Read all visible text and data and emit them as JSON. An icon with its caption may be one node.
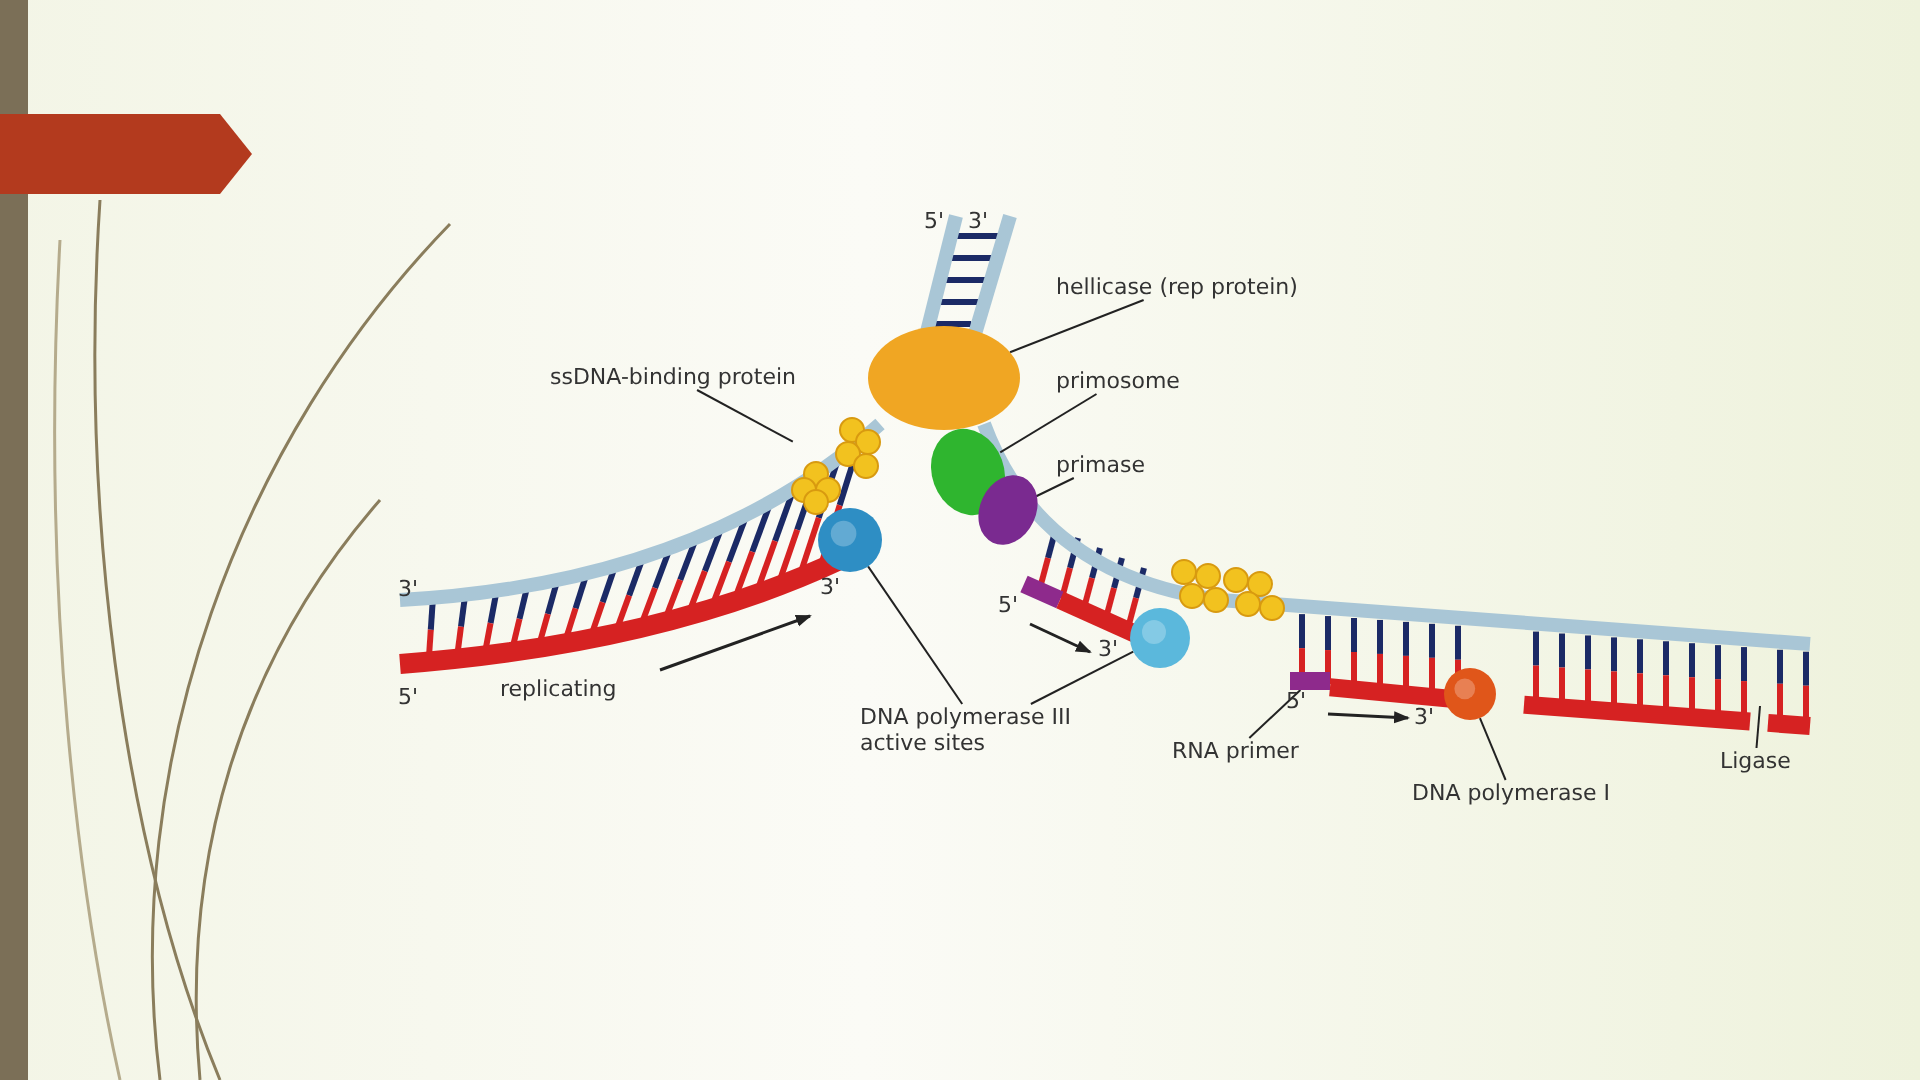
{
  "diagram": {
    "nodes": [
      {
        "text": [
          "hellicase (rep protein)"
        ]
      },
      {
        "text": [],
        "shape": "circle"
      },
      {
        "text": [
          "ssDNA-binding protein"
        ]
      },
      {
        "text": [],
        "shape": "circle"
      },
      {
        "text": [
          "primosome"
        ]
      },
      {
        "text": [],
        "shape": "circle"
      },
      {
        "text": [
          "primase"
        ]
      },
      {
        "text": [],
        "shape": "circle"
      },
      {
        "text": [
          "DNA polymerase III active sites"
        ]
      },
      {
        "text": [],
        "shape": "circle"
      },
      {
        "text": [],
        "shape": "circle"
      },
      {
        "text": [
          "RNA primer"
        ]
      },
      {
        "text": [],
        "shape": "bar"
      },
      {
        "text": [
          "DNA polymerase I"
        ]
      },
      {
        "text": [],
        "shape": "circle"
      },
      {
        "text": [
          "Ligase"
        ]
      },
      {
        "text": [],
        "shape": "circle"
      }
    ],
    "edges": [
      {
        "from": 0,
        "to": 1,
        "arrow": "none"
      },
      {
        "from": 2,
        "to": 3,
        "arrow": "none"
      },
      {
        "from": 4,
        "to": 5,
        "arrow": "none"
      },
      {
        "from": 6,
        "to": 7,
        "arrow": "none"
      },
      {
        "from": 8,
        "to": 9,
        "arrow": "none"
      },
      {
        "from": 8,
        "to": 10,
        "arrow": "none"
      },
      {
        "from": 11,
        "to": 12,
        "arrow": "none"
      },
      {
        "from": 13,
        "to": 14,
        "arrow": "none"
      },
      {
        "from": 15,
        "to": null,
        "arrow": "none"
      }
    ],
    "labels": [
      "5'",
      "3'",
      "3'",
      "3'",
      "5'",
      "3'",
      "5'",
      "replicating",
      "5'",
      "3'"
    ]
  }
}
